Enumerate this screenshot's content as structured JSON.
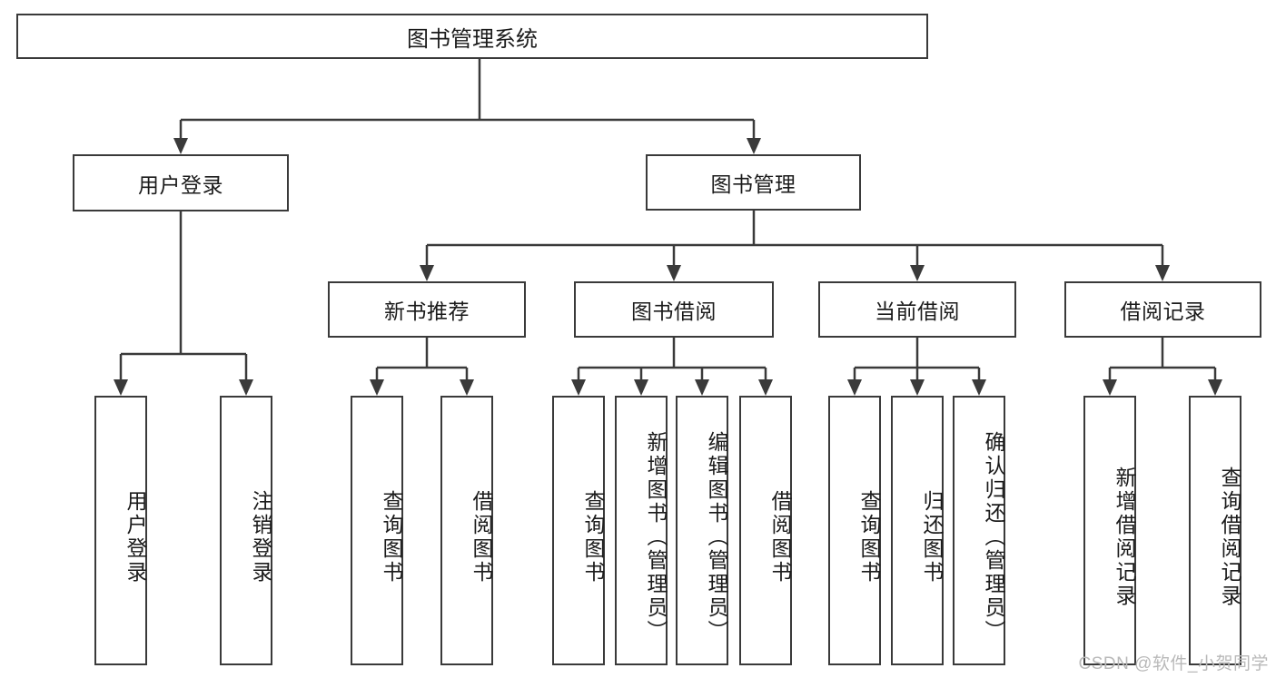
{
  "diagram": {
    "title": "图书管理系统",
    "type": "tree-hierarchy-diagram",
    "colors": {
      "stroke": "#3a3a3a",
      "fill": "#ffffff",
      "text": "#1b1b1b",
      "watermark": "#b9b9b9"
    },
    "root": {
      "label": "图书管理系统"
    },
    "level2": [
      {
        "label": "用户登录"
      },
      {
        "label": "图书管理"
      }
    ],
    "level3": [
      {
        "label": "新书推荐"
      },
      {
        "label": "图书借阅"
      },
      {
        "label": "当前借阅"
      },
      {
        "label": "借阅记录"
      }
    ],
    "leaves": {
      "user_login": [
        {
          "label": "用户登录"
        },
        {
          "label": "注销登录"
        }
      ],
      "new_book_recommend": [
        {
          "label": "查询图书"
        },
        {
          "label": "借阅图书"
        }
      ],
      "book_borrow": [
        {
          "label": "查询图书"
        },
        {
          "label": "新增图书（管理员）"
        },
        {
          "label": "编辑图书（管理员）"
        },
        {
          "label": "借阅图书"
        }
      ],
      "current_borrow": [
        {
          "label": "查询图书"
        },
        {
          "label": "归还图书"
        },
        {
          "label": "确认归还（管理员）"
        }
      ],
      "borrow_records": [
        {
          "label": "新增借阅记录"
        },
        {
          "label": "查询借阅记录"
        }
      ]
    }
  },
  "watermark": {
    "text": "CSDN @软件_小贺同学"
  }
}
